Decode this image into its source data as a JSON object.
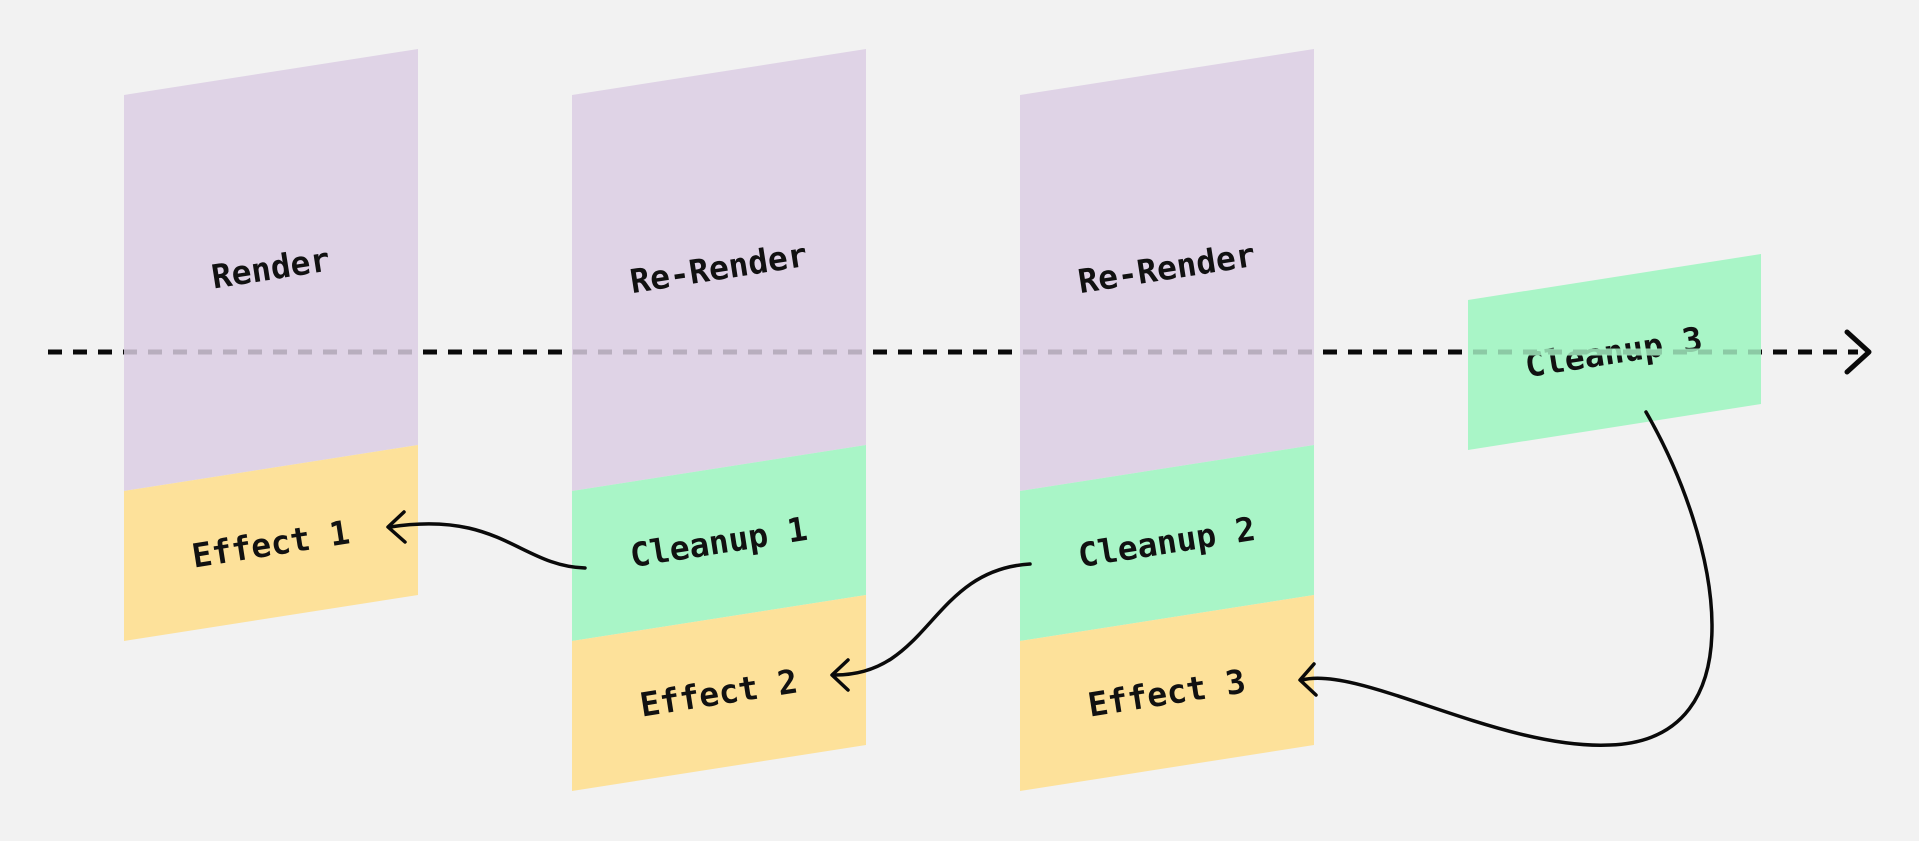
{
  "colors": {
    "background": "#f2f2f2",
    "render": "#dfd3e6",
    "effect": "#fde19a",
    "cleanup": "#a9f5c7",
    "line": "#0a0a0a"
  },
  "timeline": {
    "style": "dotted",
    "arrow_icon": "chevron-right-icon"
  },
  "labels": {
    "render_1": "Render",
    "effect_1": "Effect 1",
    "rerender_2": "Re-Render",
    "cleanup_1": "Cleanup 1",
    "effect_2": "Effect 2",
    "rerender_3": "Re-Render",
    "cleanup_2": "Cleanup 2",
    "effect_3": "Effect 3",
    "cleanup_3": "Cleanup 3"
  }
}
